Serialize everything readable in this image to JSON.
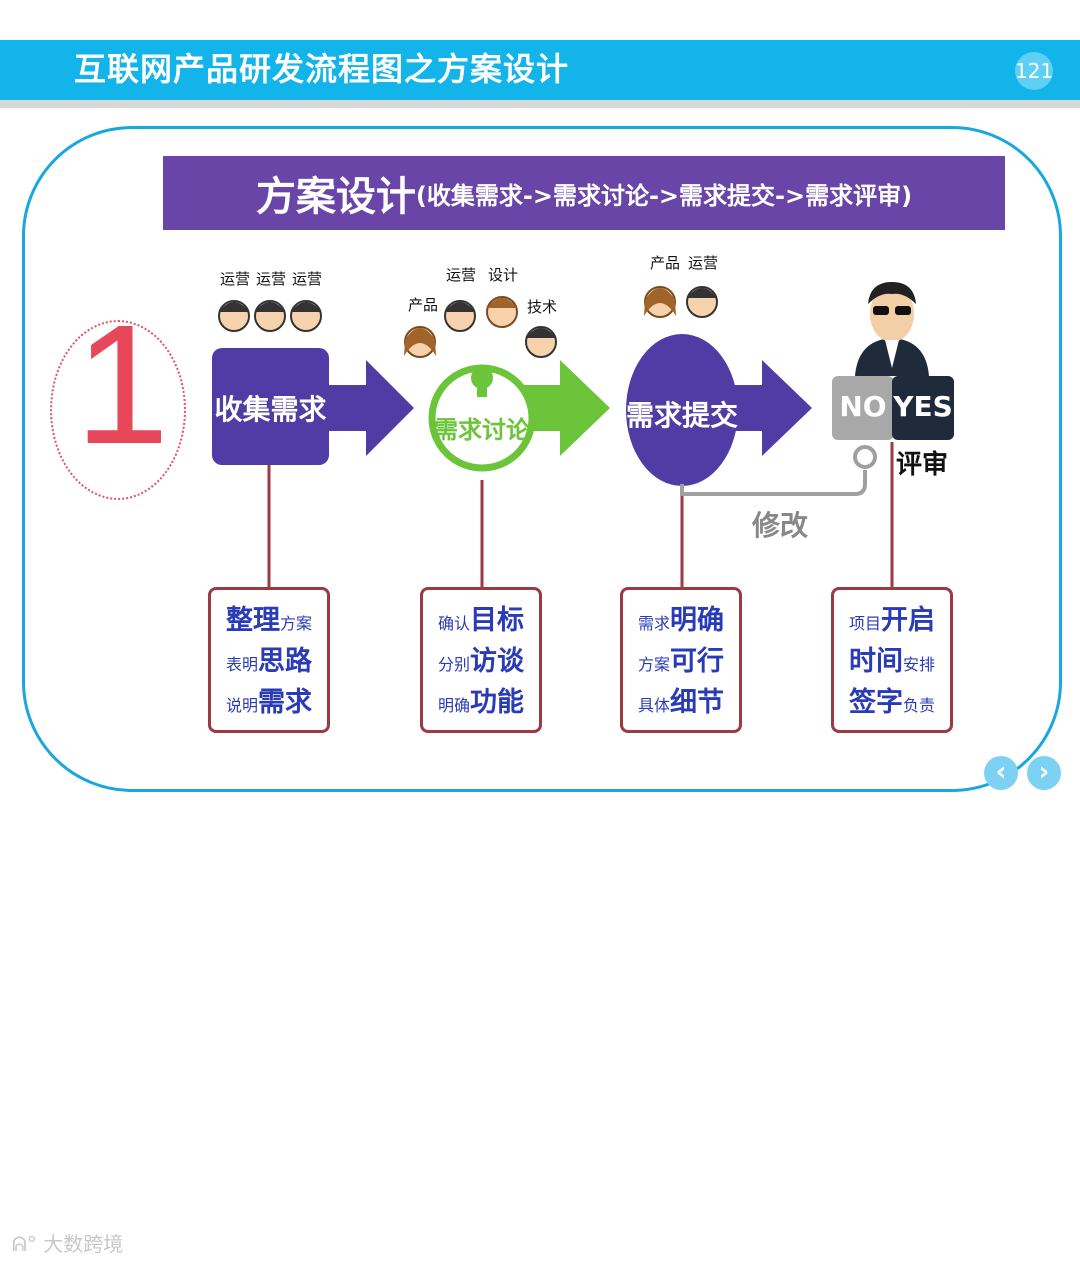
{
  "header": {
    "title": "互联网产品研发流程图之方案设计",
    "page_number": "121"
  },
  "step_number": "1",
  "banner": {
    "main": "方案设计",
    "sub": "(收集需求->需求讨论->需求提交->需求评审)"
  },
  "steps": [
    {
      "label": "收集需求",
      "roles": [
        "运营",
        "运营",
        "运营"
      ]
    },
    {
      "label": "需求讨论",
      "roles": [
        "产品",
        "运营",
        "设计",
        "技术"
      ]
    },
    {
      "label": "需求提交",
      "roles": [
        "产品",
        "运营"
      ]
    },
    {
      "label": "评审",
      "no_label": "NO",
      "yes_label": "YES",
      "feedback_label": "修改"
    }
  ],
  "details": [
    {
      "lines": [
        {
          "big": "整理",
          "small": "方案",
          "order": "big-first"
        },
        {
          "small": "表明",
          "big": "思路",
          "order": "small-first"
        },
        {
          "small": "说明",
          "big": "需求",
          "order": "small-first"
        }
      ]
    },
    {
      "lines": [
        {
          "small": "确认",
          "big": "目标",
          "order": "small-first"
        },
        {
          "small": "分别",
          "big": "访谈",
          "order": "small-first"
        },
        {
          "small": "明确",
          "big": "功能",
          "order": "small-first"
        }
      ]
    },
    {
      "lines": [
        {
          "small": "需求",
          "big": "明确",
          "order": "small-first"
        },
        {
          "small": "方案",
          "big": "可行",
          "order": "small-first"
        },
        {
          "small": "具体",
          "big": "细节",
          "order": "small-first"
        }
      ]
    },
    {
      "lines": [
        {
          "small": "项目",
          "big": "开启",
          "order": "small-first"
        },
        {
          "big": "时间",
          "small": "安排",
          "order": "big-first"
        },
        {
          "big": "签字",
          "small": "负责",
          "order": "big-first"
        }
      ]
    }
  ],
  "nav": {
    "prev": "‹",
    "next": "›"
  },
  "watermark": "大数跨境",
  "colors": {
    "header": "#12b4ea",
    "banner": "#6a45a8",
    "step_purple": "#4f3ca4",
    "step_green": "#6cc43a",
    "box_border": "#9c3a44",
    "box_text": "#2a3bb8",
    "accent_red": "#e8475a"
  }
}
